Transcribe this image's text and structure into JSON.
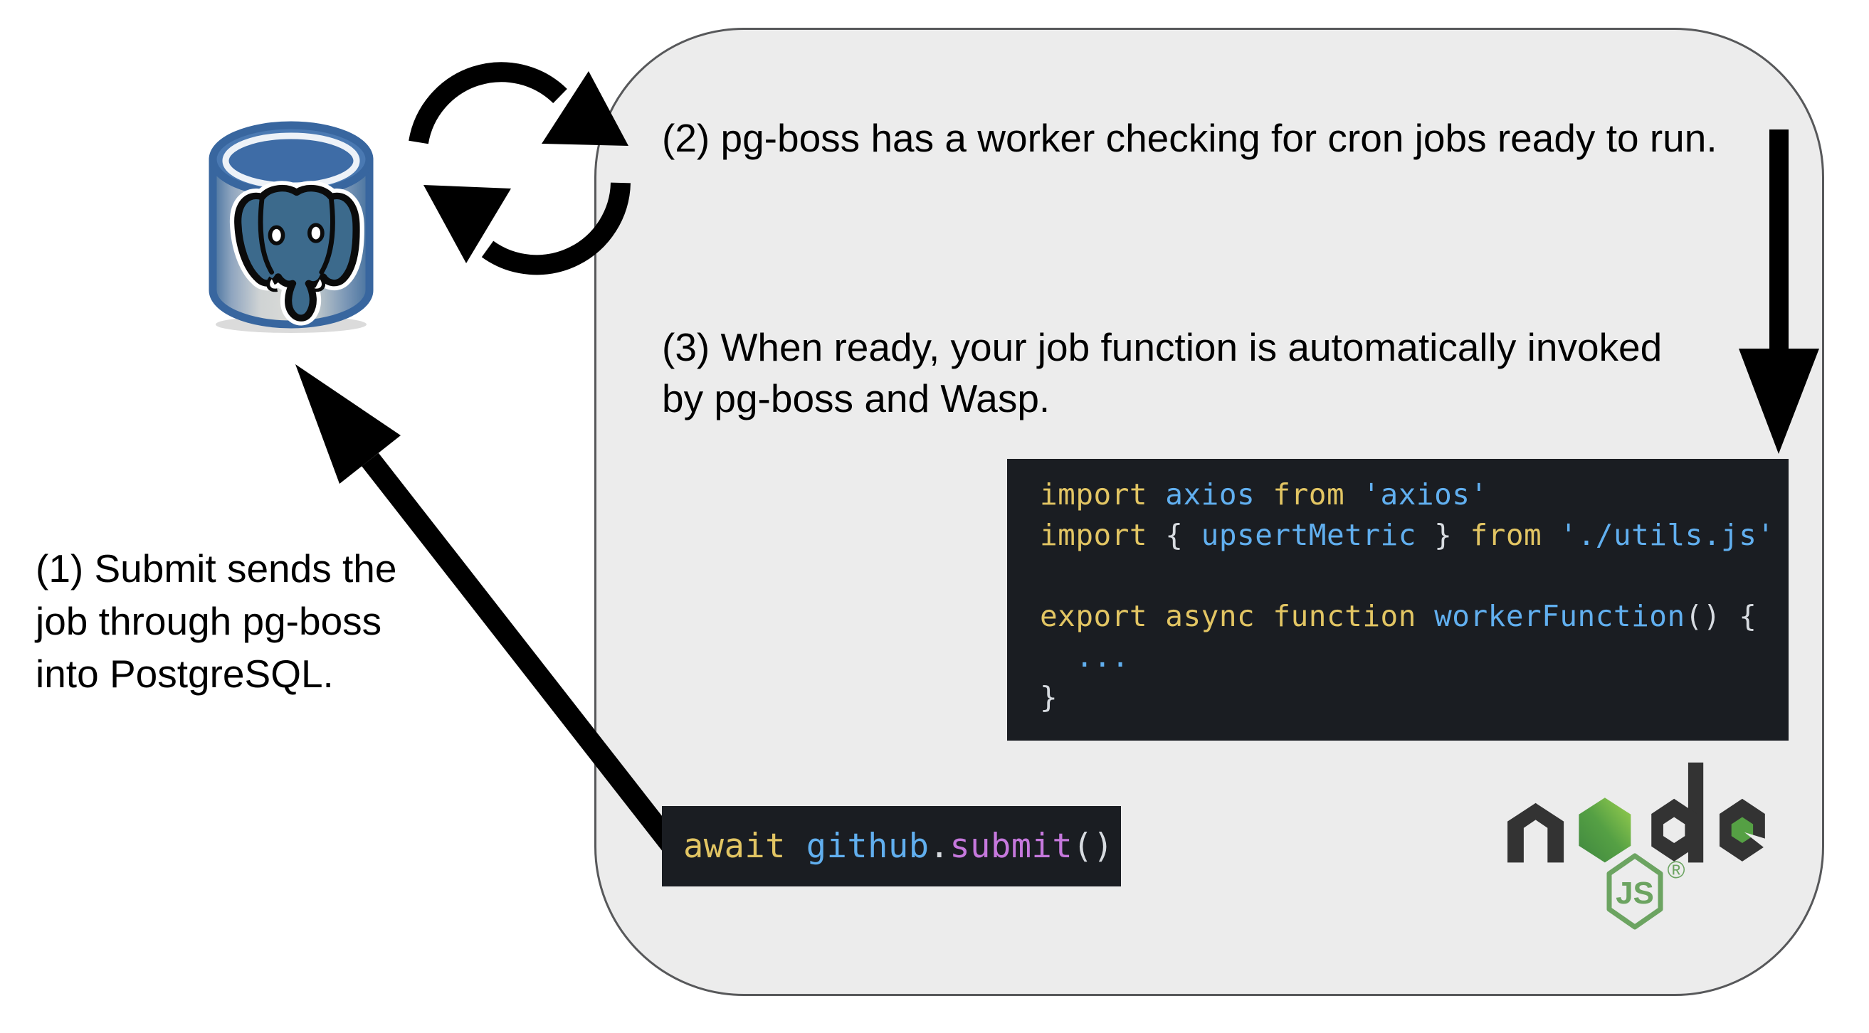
{
  "colors": {
    "page_bg": "#ffffff",
    "panel_bg": "#ececec",
    "panel_border": "#57585a",
    "code_bg": "#1a1d22",
    "code_keyword_yellow": "#e2c563",
    "code_identifier_blue": "#61afef",
    "code_method_purple": "#c678dd",
    "code_plain": "#d7dbe0",
    "arrow_black": "#000000",
    "postgres_blue": "#4a79b2",
    "postgres_border_blue": "#38669f",
    "node_wordmark_dark": "#333333",
    "node_green_light": "#8cc84b",
    "node_green_dark": "#3f873f",
    "node_badge_green": "#6ca461",
    "text_black": "#000000"
  },
  "labels": {
    "step1_line1": "(1) Submit sends the",
    "step1_line2": "job through pg-boss",
    "step1_line3": "into PostgreSQL.",
    "step2": "(2) pg-boss has a worker checking for cron jobs ready to run.",
    "step3_line1": "(3) When ready, your job function is automatically invoked",
    "step3_line2": "by pg-boss and Wasp."
  },
  "worker_code": {
    "lines": [
      [
        {
          "t": "import ",
          "c": "kw"
        },
        {
          "t": "axios",
          "c": "id"
        },
        {
          "t": " ",
          "c": "pl"
        },
        {
          "t": "from",
          "c": "kw"
        },
        {
          "t": " ",
          "c": "pl"
        },
        {
          "t": "'axios'",
          "c": "str"
        }
      ],
      [
        {
          "t": "import",
          "c": "kw"
        },
        {
          "t": " { ",
          "c": "pl"
        },
        {
          "t": "upsertMetric",
          "c": "id"
        },
        {
          "t": " } ",
          "c": "pl"
        },
        {
          "t": "from",
          "c": "kw"
        },
        {
          "t": " ",
          "c": "pl"
        },
        {
          "t": "'./utils.js'",
          "c": "str"
        }
      ],
      [],
      [
        {
          "t": "export",
          "c": "kw"
        },
        {
          "t": " ",
          "c": "pl"
        },
        {
          "t": "async",
          "c": "kw"
        },
        {
          "t": " ",
          "c": "pl"
        },
        {
          "t": "function",
          "c": "kw"
        },
        {
          "t": " ",
          "c": "pl"
        },
        {
          "t": "workerFunction",
          "c": "id"
        },
        {
          "t": "() {",
          "c": "pl"
        }
      ],
      [
        {
          "t": "  ",
          "c": "pl"
        },
        {
          "t": "...",
          "c": "id"
        }
      ],
      [
        {
          "t": "}",
          "c": "pl"
        }
      ]
    ]
  },
  "submit_code": {
    "lines": [
      [
        {
          "t": "await",
          "c": "kw"
        },
        {
          "t": " ",
          "c": "pl"
        },
        {
          "t": "github",
          "c": "id"
        },
        {
          "t": ".",
          "c": "pl"
        },
        {
          "t": "submit",
          "c": "fn"
        },
        {
          "t": "()",
          "c": "pl"
        }
      ]
    ]
  },
  "node_logo": {
    "word": "node",
    "badge_text": "JS",
    "registered_mark": "®"
  },
  "icons": {
    "postgresql": "postgresql-database-cylinder",
    "sync": "circular-sync-arrows",
    "down_arrow": "down-arrow",
    "submit_arrow": "diagonal-submit-arrow",
    "nodejs": "nodejs-logo"
  }
}
